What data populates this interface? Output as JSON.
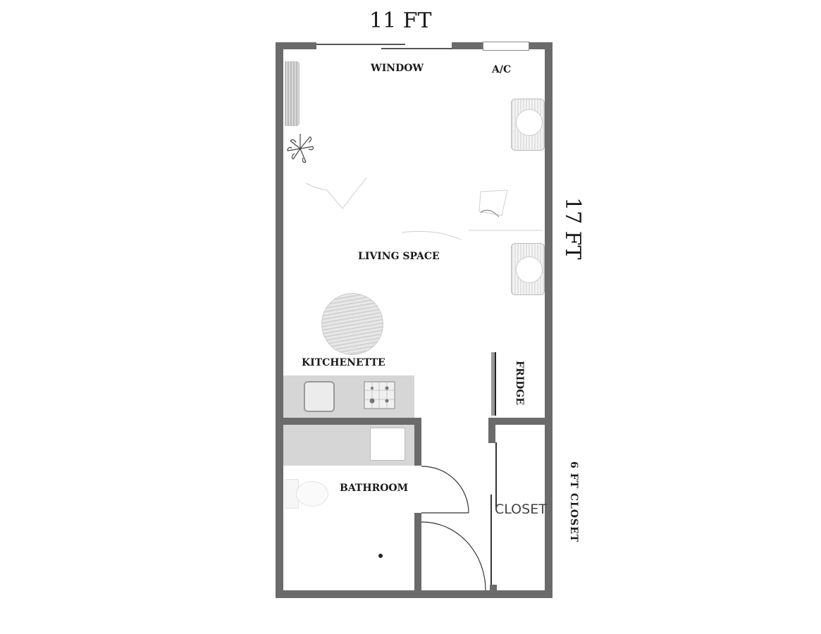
{
  "floorplan": {
    "dimensions": {
      "width_label": "11 FT",
      "length_label": "17 FT",
      "closet_label": "6 FT CLOSET"
    },
    "rooms": {
      "living": "LIVING SPACE",
      "kitchen": "KITCHENETTE",
      "bathroom": "BATHROOM",
      "closet": "CLOSET"
    },
    "fixtures": {
      "window": "WINDOW",
      "ac": "A/C",
      "fridge": "FRIDGE"
    },
    "colors": {
      "wall": "#6b6b6b",
      "counter": "#d6d6d6",
      "text": "#1a1a1a",
      "background": "#ffffff"
    }
  }
}
